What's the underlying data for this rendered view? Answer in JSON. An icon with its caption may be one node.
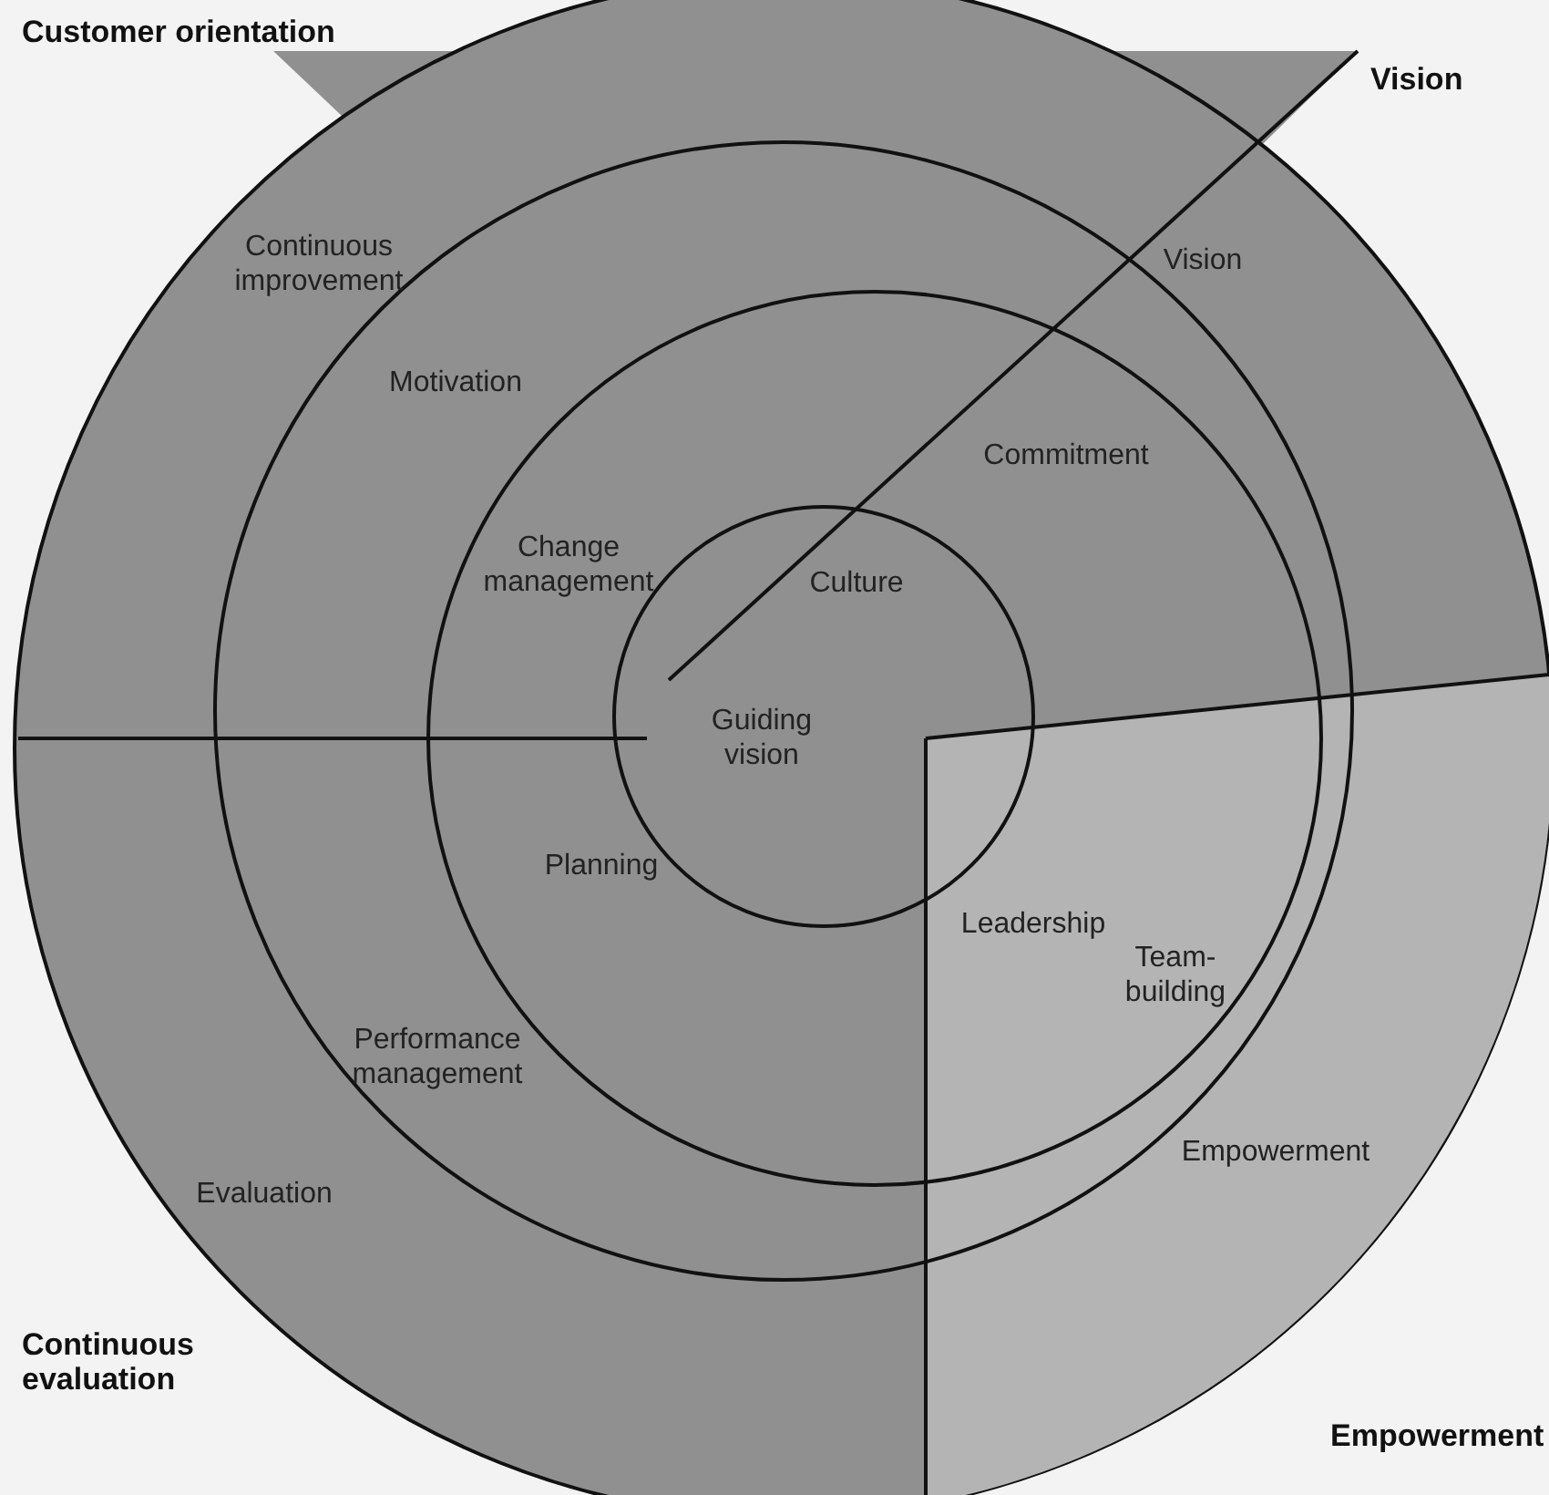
{
  "diagram": {
    "labels": [
      "Customer orientation",
      "Vision",
      "Continuous improvement",
      "Vision",
      "Motivation",
      "Commitment",
      "Change management",
      "Culture",
      "Guiding vision",
      "Planning",
      "Leadership",
      "Team-building",
      "Performance management",
      "Evaluation",
      "Empowerment",
      "Continuous evaluation",
      "Empowerment"
    ]
  }
}
